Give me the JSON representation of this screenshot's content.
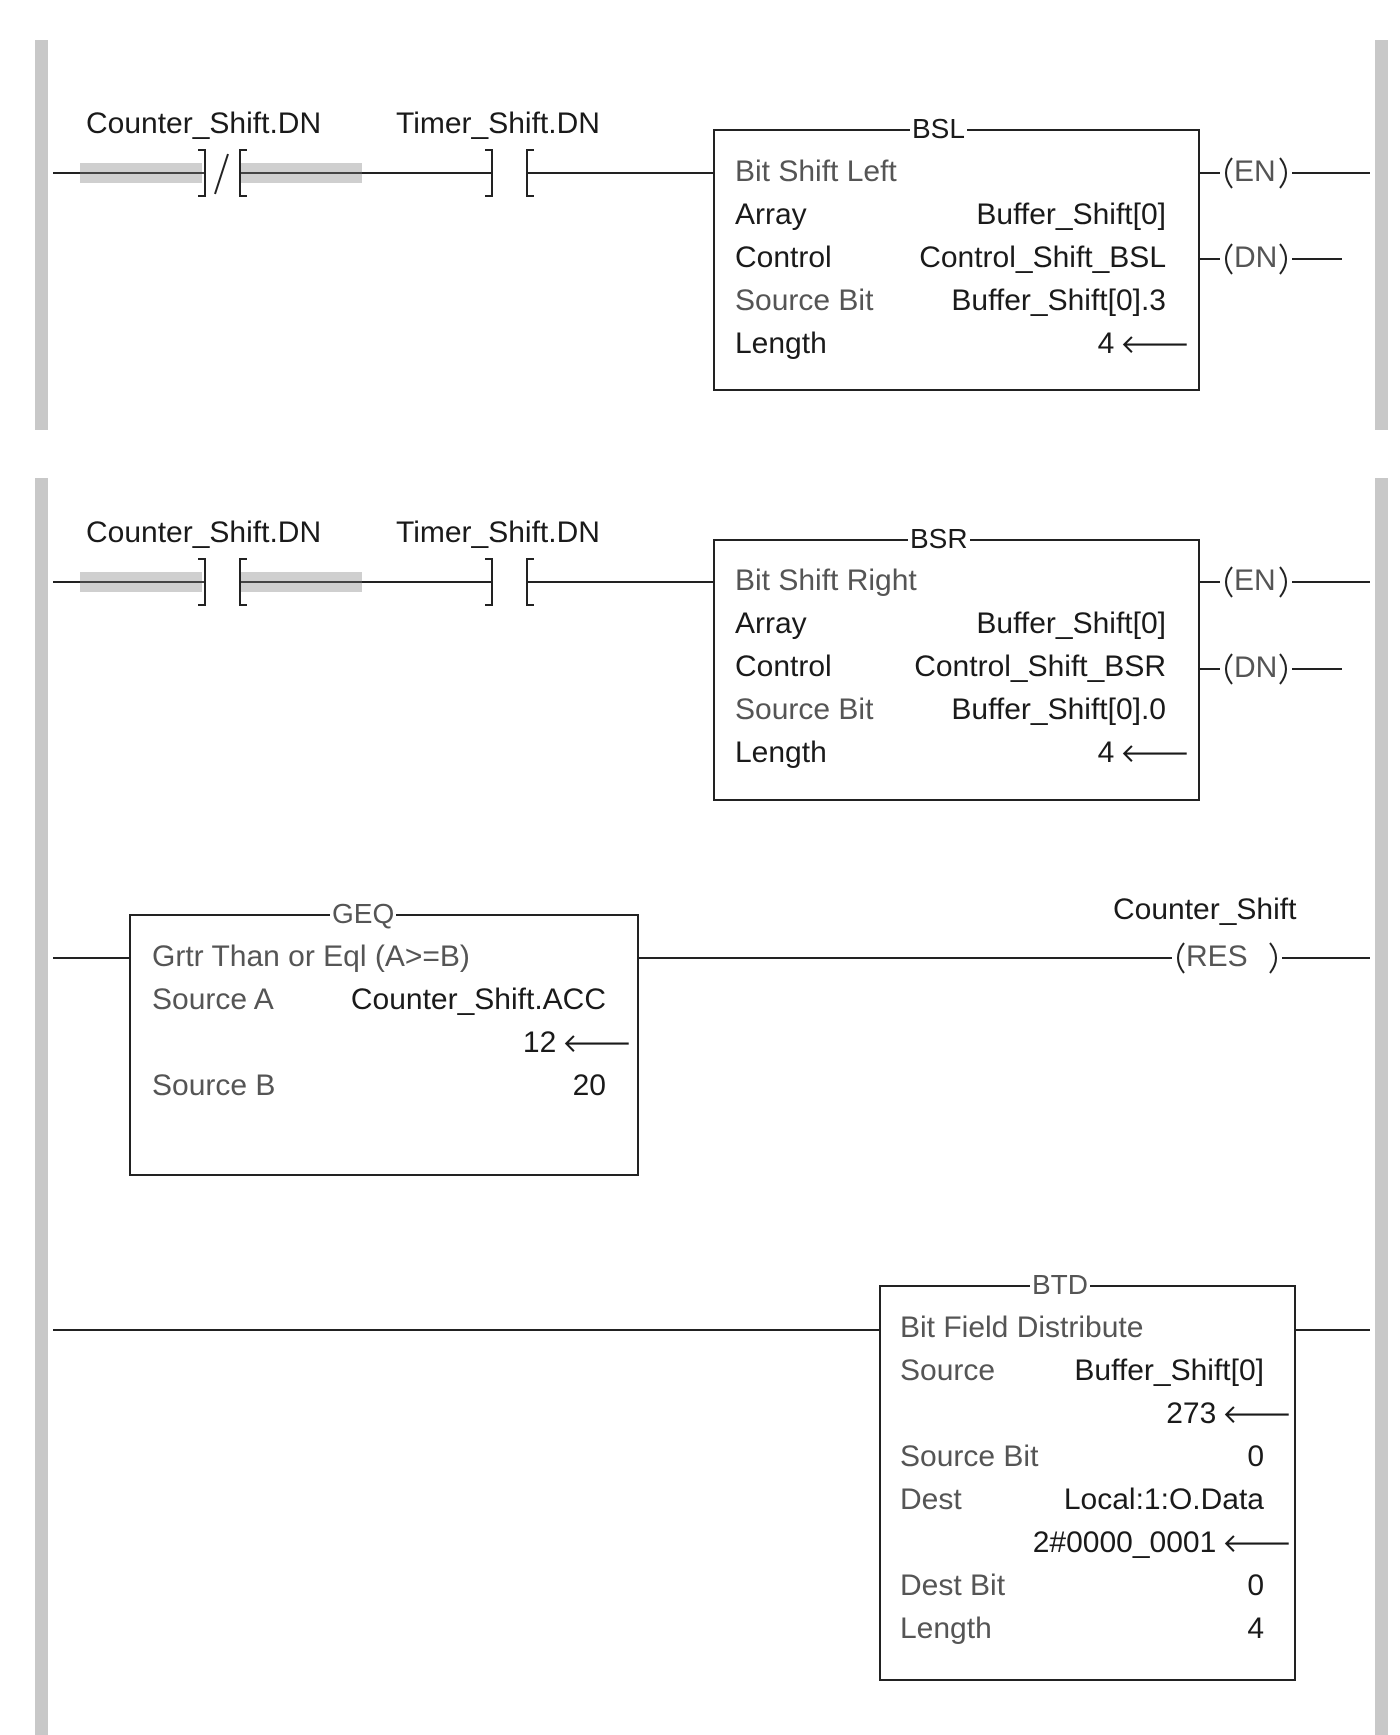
{
  "rung0": {
    "contact1_tag": "Counter_Shift.DN",
    "contact2_tag": "Timer_Shift.DN",
    "block": {
      "name": "BSL",
      "desc": "Bit Shift Left",
      "array_label": "Array",
      "array_value": "Buffer_Shift[0]",
      "control_label": "Control",
      "control_value": "Control_Shift_BSL",
      "source_bit_label": "Source Bit",
      "source_bit_value": "Buffer_Shift[0].3",
      "length_label": "Length",
      "length_value": "4"
    },
    "out_en": "EN",
    "out_dn": "DN"
  },
  "rung1": {
    "contact1_tag": "Counter_Shift.DN",
    "contact2_tag": "Timer_Shift.DN",
    "block": {
      "name": "BSR",
      "desc": "Bit Shift Right",
      "array_label": "Array",
      "array_value": "Buffer_Shift[0]",
      "control_label": "Control",
      "control_value": "Control_Shift_BSR",
      "source_bit_label": "Source Bit",
      "source_bit_value": "Buffer_Shift[0].0",
      "length_label": "Length",
      "length_value": "4"
    },
    "out_en": "EN",
    "out_dn": "DN"
  },
  "rung2": {
    "block": {
      "name": "GEQ",
      "desc": "Grtr Than or Eql (A>=B)",
      "source_a_label": "Source A",
      "source_a_value": "Counter_Shift.ACC",
      "source_a_live": "12",
      "source_b_label": "Source B",
      "source_b_value": "20"
    },
    "coil_tag": "Counter_Shift",
    "coil_label": "RES"
  },
  "rung3": {
    "block": {
      "name": "BTD",
      "desc": "Bit Field Distribute",
      "source_label": "Source",
      "source_value": "Buffer_Shift[0]",
      "source_live": "273",
      "source_bit_label": "Source Bit",
      "source_bit_value": "0",
      "dest_label": "Dest",
      "dest_value": "Local:1:O.Data",
      "dest_live": "2#0000_0001",
      "dest_bit_label": "Dest Bit",
      "dest_bit_value": "0",
      "length_label": "Length",
      "length_value": "4"
    }
  },
  "arrow_glyph": "🡐"
}
